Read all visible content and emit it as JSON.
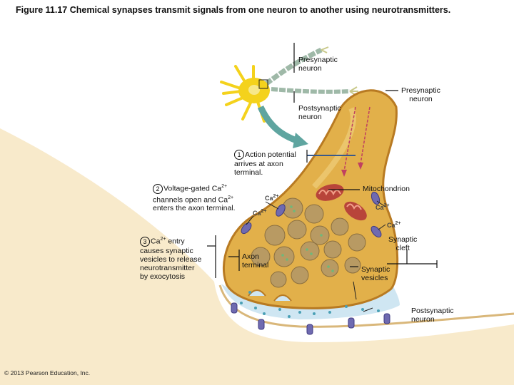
{
  "title": "Figure 11.17  Chemical synapses transmit signals from one neuron to another using neurotransmitters.",
  "labels": {
    "presynaptic_top": [
      "Presynaptic",
      "neuron"
    ],
    "postsynaptic_top": [
      "Postsynaptic",
      "neuron"
    ],
    "presynaptic_right": [
      "Presynaptic",
      "neuron"
    ],
    "mitochondrion": "Mitochondrion",
    "synaptic_cleft": [
      "Synaptic",
      "cleft"
    ],
    "synaptic_vesicles": [
      "Synaptic",
      "vesicles"
    ],
    "axon_terminal": [
      "Axon",
      "terminal"
    ],
    "postsynaptic_bottom": [
      "Postsynaptic",
      "neuron"
    ]
  },
  "steps": [
    {
      "num": "1",
      "lines": [
        "Action potential",
        "arrives at axon",
        "terminal."
      ]
    },
    {
      "num": "2",
      "lines": [
        "Voltage-gated Ca",
        "channels open and Ca",
        "enters the axon terminal."
      ],
      "sup": "2+"
    },
    {
      "num": "3",
      "lines": [
        "Ca",
        "causes synaptic",
        "vesicles to release",
        "neurotransmitter",
        "by exocytosis"
      ],
      "sup": "2+",
      "suffix": " entry"
    }
  ],
  "ion": {
    "base": "Ca",
    "charge": "2+"
  },
  "copyright": "© 2013 Pearson Education, Inc.",
  "colors": {
    "cytoplasm": "#e2b04a",
    "membrane": "#b87a22",
    "cleft": "#cfe6f2",
    "postsynaptic": "#f0cf8c",
    "vesicle": "#b89a63",
    "mitochondrion": "#b8443a",
    "neuron_cell": "#f4d21c",
    "channel": "#6f6ab0"
  }
}
